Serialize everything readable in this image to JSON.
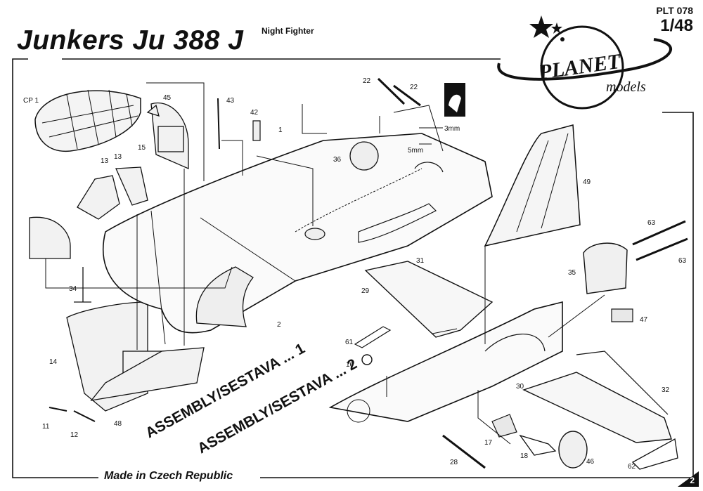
{
  "header": {
    "title": "Junkers Ju 388 J",
    "subtitle": "Night Fighter",
    "kit_code": "PLT 078",
    "scale": "1/48"
  },
  "logo": {
    "brand": "PLANET",
    "tagline": "models"
  },
  "assembly_labels": [
    "ASSEMBLY/SESTAVA ... 1",
    "ASSEMBLY/SESTAVA ... 2"
  ],
  "footer": {
    "origin": "Made in Czech Republic"
  },
  "page_number": "2",
  "dimensions": {
    "a": "3mm",
    "b": "5mm"
  },
  "parts": {
    "cp1": "CP 1",
    "p1": "1",
    "p2": "2",
    "p11": "11",
    "p12": "12",
    "p13a": "13",
    "p13b": "13",
    "p14": "14",
    "p15": "15",
    "p16": "16",
    "p17": "17",
    "p18": "18",
    "p22a": "22",
    "p22b": "22",
    "p28": "28",
    "p29": "29",
    "p30": "30",
    "p31": "31",
    "p32": "32",
    "p34": "34",
    "p35": "35",
    "p36": "36",
    "p42": "42",
    "p43": "43",
    "p45": "45",
    "p46": "46",
    "p47": "47",
    "p48": "48",
    "p49": "49",
    "p61": "61",
    "p62": "62",
    "p63a": "63",
    "p63b": "63"
  }
}
